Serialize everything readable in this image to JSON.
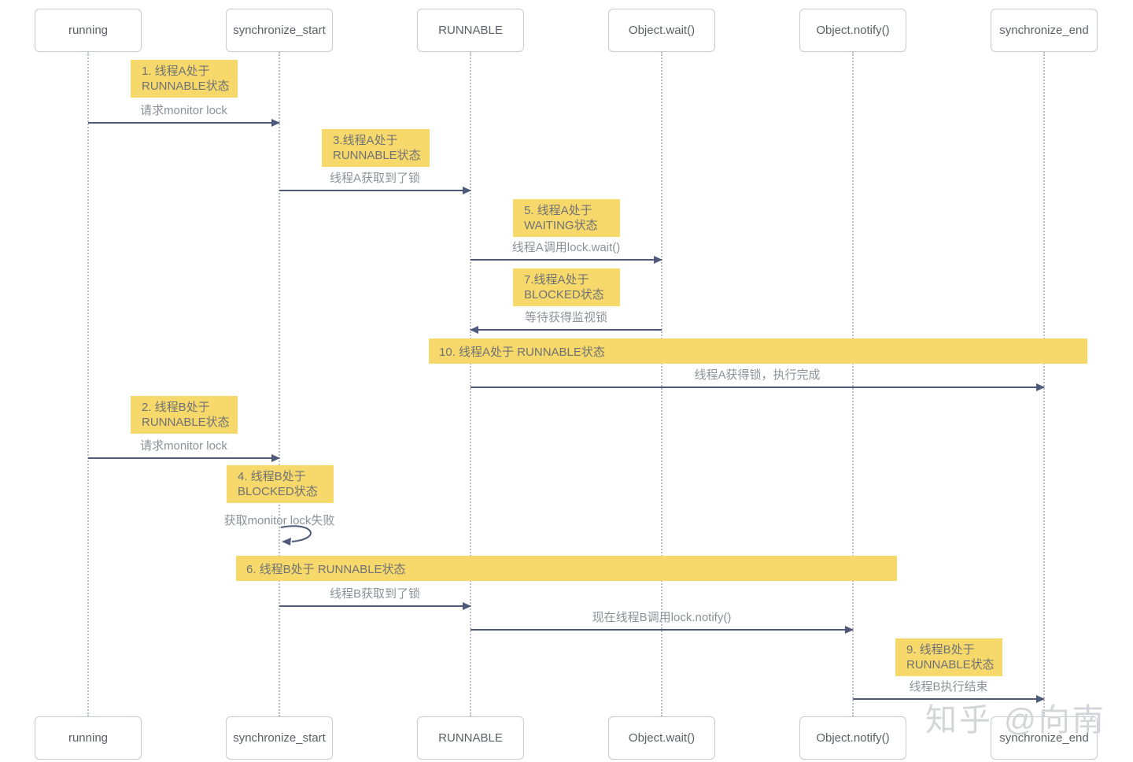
{
  "watermark": "知乎 @向南",
  "colors": {
    "note_fill": "#f7d86b",
    "arrow": "#4e597b",
    "box_border": "#c7cbd3",
    "box_text": "#5b5f66",
    "message_label_text": "#8c9199",
    "note_text": "#6f7275",
    "lifeline": "#b9bdc4",
    "watermark_text": "#d3d5d8"
  },
  "lifelines": [
    {
      "label": "running"
    },
    {
      "label": "synchronize_start"
    },
    {
      "label": "RUNNABLE"
    },
    {
      "label": "Object.wait()"
    },
    {
      "label": "Object.notify()"
    },
    {
      "label": "synchronize_end"
    }
  ],
  "notes": [
    {
      "line1": "1. 线程A处于",
      "line2": "RUNNABLE状态"
    },
    {
      "line1": "3.线程A处于",
      "line2": "RUNNABLE状态"
    },
    {
      "line1": "5. 线程A处于",
      "line2": "WAITING状态"
    },
    {
      "line1": "7.线程A处于",
      "line2": "BLOCKED状态"
    },
    {
      "line1": "10. 线程A处于 RUNNABLE状态",
      "line2": ""
    },
    {
      "line1": "2. 线程B处于",
      "line2": "RUNNABLE状态"
    },
    {
      "line1": "4. 线程B处于",
      "line2": "BLOCKED状态"
    },
    {
      "line1": "6. 线程B处于 RUNNABLE状态",
      "line2": ""
    },
    {
      "line1": "9. 线程B处于",
      "line2": "RUNNABLE状态"
    }
  ],
  "messages": [
    {
      "label": "请求monitor lock",
      "from": "running",
      "to": "synchronize_start",
      "direction": "right"
    },
    {
      "label": "线程A获取到了锁",
      "from": "synchronize_start",
      "to": "RUNNABLE",
      "direction": "right"
    },
    {
      "label": "线程A调用lock.wait()",
      "from": "RUNNABLE",
      "to": "Object.wait()",
      "direction": "right"
    },
    {
      "label": "等待获得监视锁",
      "from": "Object.wait()",
      "to": "RUNNABLE",
      "direction": "left"
    },
    {
      "label": "线程A获得锁，执行完成",
      "from": "RUNNABLE",
      "to": "synchronize_end",
      "direction": "right"
    },
    {
      "label": "请求monitor lock",
      "from": "running",
      "to": "synchronize_start",
      "direction": "right"
    },
    {
      "label": "获取monitor lock失败",
      "from": "synchronize_start",
      "to": "synchronize_start",
      "direction": "self"
    },
    {
      "label": "线程B获取到了锁",
      "from": "synchronize_start",
      "to": "RUNNABLE",
      "direction": "right"
    },
    {
      "label": "现在线程B调用lock.notify()",
      "from": "RUNNABLE",
      "to": "Object.notify()",
      "direction": "right"
    },
    {
      "label": "线程B执行结束",
      "from": "Object.notify()",
      "to": "synchronize_end",
      "direction": "right"
    }
  ]
}
